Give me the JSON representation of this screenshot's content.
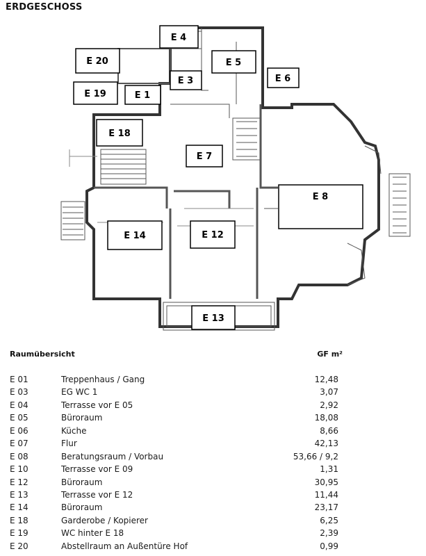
{
  "page_title": "ERDGESCHOSS",
  "plan_labels": [
    "E 4",
    "E 20",
    "E 5",
    "E 3",
    "E 6",
    "E 19",
    "E 1",
    "E 18",
    "E 7",
    "E 8",
    "E 14",
    "E 12",
    "E 13"
  ],
  "table": {
    "header_room": "Raumübersicht",
    "header_area": "GF m²",
    "rows": [
      {
        "code": "E 01",
        "name": "Treppenhaus / Gang",
        "area": "12,48"
      },
      {
        "code": "E 03",
        "name": "EG WC 1",
        "area": "3,07"
      },
      {
        "code": "E 04",
        "name": "Terrasse vor E 05",
        "area": "2,92"
      },
      {
        "code": "E 05",
        "name": "Büroraum",
        "area": "18,08"
      },
      {
        "code": "E 06",
        "name": "Küche",
        "area": "8,66"
      },
      {
        "code": "E 07",
        "name": "Flur",
        "area": "42,13"
      },
      {
        "code": "E 08",
        "name": "Beratungsraum / Vorbau",
        "area": "53,66 / 9,2"
      },
      {
        "code": "E 10",
        "name": "Terrasse vor E 09",
        "area": "1,31"
      },
      {
        "code": "E 12",
        "name": "Büroraum",
        "area": "30,95"
      },
      {
        "code": "E 13",
        "name": "Terrasse vor E 12",
        "area": "11,44"
      },
      {
        "code": "E 14",
        "name": "Büroraum",
        "area": "23,17"
      },
      {
        "code": "E 18",
        "name": "Garderobe / Kopierer",
        "area": "6,25"
      },
      {
        "code": "E 19",
        "name": "WC hinter E 18",
        "area": "2,39"
      },
      {
        "code": "E 20",
        "name": "Abstellraum an Außentüre Hof",
        "area": "0,99"
      }
    ]
  }
}
